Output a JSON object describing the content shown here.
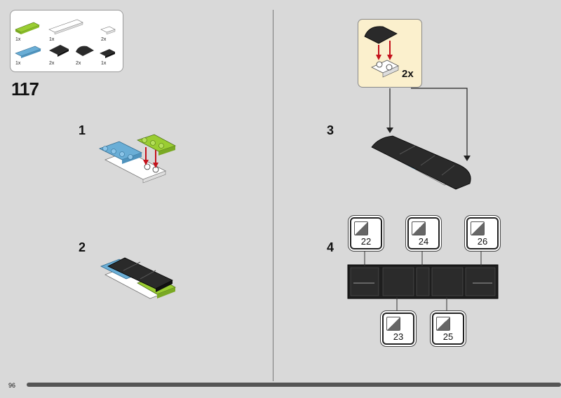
{
  "page_number": "96",
  "build_step": "117",
  "parts": [
    {
      "name": "lime-plate-1x4",
      "qty": "1x"
    },
    {
      "name": "white-plate-1x6",
      "qty": "1x"
    },
    {
      "name": "white-plate-1x2",
      "qty": "2x"
    },
    {
      "name": "blue-plate-1x4",
      "qty": "1x"
    },
    {
      "name": "black-tile-2x2",
      "qty": "2x"
    },
    {
      "name": "black-curved-slope",
      "qty": "2x"
    },
    {
      "name": "black-tile-1x2",
      "qty": "1x"
    }
  ],
  "steps": [
    "1",
    "2",
    "3",
    "4"
  ],
  "subassembly_multiplier": "2x",
  "stickers_top": [
    "22",
    "24",
    "26"
  ],
  "stickers_bottom": [
    "23",
    "25"
  ],
  "colors": {
    "lime": "#9acd32",
    "blue": "#6aaed6",
    "black": "#2a2a2a",
    "white": "#ffffff",
    "callout": "#fbf0cd",
    "arrow": "#c4111b"
  },
  "progress": 1.0
}
